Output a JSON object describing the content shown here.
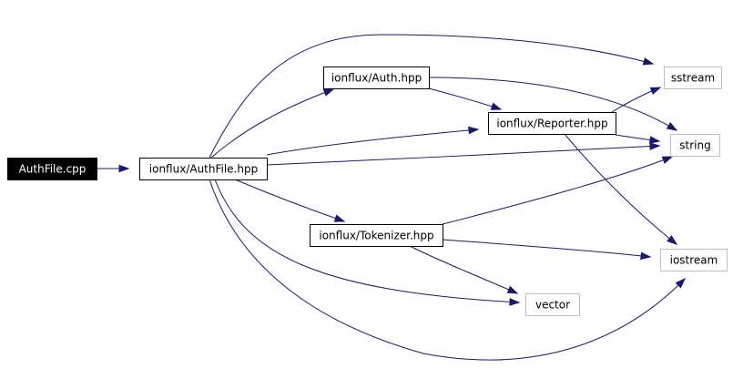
{
  "colors": {
    "edge": "#191970",
    "root_fill": "#000000",
    "root_text": "#ffffff",
    "internal_border": "#000000",
    "external_border": "#bfbfbf",
    "text": "#000000"
  },
  "nodes": {
    "authfile_cpp": {
      "label": "AuthFile.cpp",
      "kind": "root"
    },
    "authfile_hpp": {
      "label": "ionflux/AuthFile.hpp",
      "kind": "internal"
    },
    "auth_hpp": {
      "label": "ionflux/Auth.hpp",
      "kind": "internal"
    },
    "reporter_hpp": {
      "label": "ionflux/Reporter.hpp",
      "kind": "internal"
    },
    "tokenizer_hpp": {
      "label": "ionflux/Tokenizer.hpp",
      "kind": "internal"
    },
    "sstream": {
      "label": "sstream",
      "kind": "external"
    },
    "string": {
      "label": "string",
      "kind": "external"
    },
    "iostream": {
      "label": "iostream",
      "kind": "external"
    },
    "vector": {
      "label": "vector",
      "kind": "external"
    }
  },
  "edges": [
    {
      "from": "authfile_cpp",
      "to": "authfile_hpp"
    },
    {
      "from": "authfile_hpp",
      "to": "sstream"
    },
    {
      "from": "authfile_hpp",
      "to": "auth_hpp"
    },
    {
      "from": "authfile_hpp",
      "to": "reporter_hpp"
    },
    {
      "from": "authfile_hpp",
      "to": "string"
    },
    {
      "from": "authfile_hpp",
      "to": "tokenizer_hpp"
    },
    {
      "from": "authfile_hpp",
      "to": "vector"
    },
    {
      "from": "authfile_hpp",
      "to": "iostream"
    },
    {
      "from": "auth_hpp",
      "to": "reporter_hpp"
    },
    {
      "from": "auth_hpp",
      "to": "string"
    },
    {
      "from": "reporter_hpp",
      "to": "sstream"
    },
    {
      "from": "reporter_hpp",
      "to": "string"
    },
    {
      "from": "reporter_hpp",
      "to": "iostream"
    },
    {
      "from": "tokenizer_hpp",
      "to": "string"
    },
    {
      "from": "tokenizer_hpp",
      "to": "iostream"
    },
    {
      "from": "tokenizer_hpp",
      "to": "vector"
    }
  ]
}
